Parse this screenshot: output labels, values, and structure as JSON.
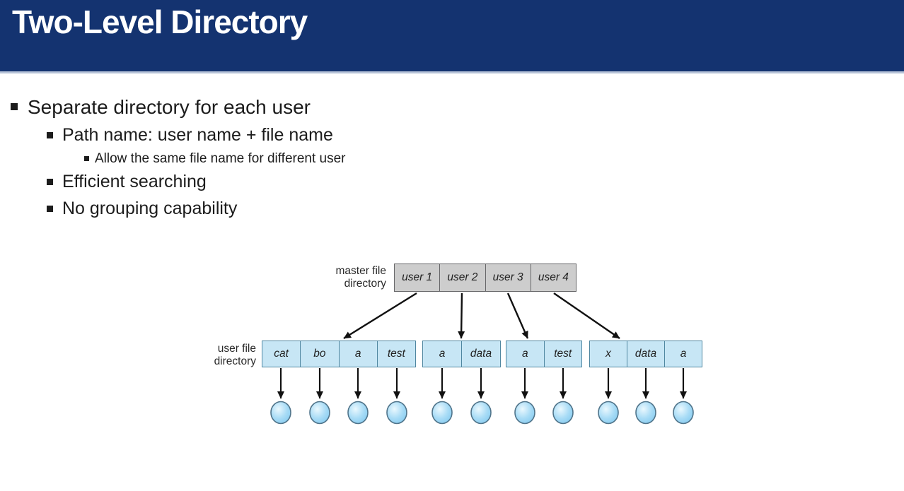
{
  "title": "Two-Level Directory",
  "bullets": {
    "separate_directory": "Separate directory for each user",
    "path_name": "Path name: user name + file name",
    "allow_same_name": "Allow the same file name for different user",
    "efficient_searching": "Efficient searching",
    "no_grouping": "No grouping capability"
  },
  "diagram": {
    "master_label": {
      "line1": "master file",
      "line2": "directory"
    },
    "user_label": {
      "line1": "user file",
      "line2": "directory"
    },
    "master_cells": [
      "user 1",
      "user 2",
      "user 3",
      "user 4"
    ],
    "user_groups": [
      [
        "cat",
        "bo",
        "a",
        "test"
      ],
      [
        "a",
        "data"
      ],
      [
        "a",
        "test"
      ],
      [
        "x",
        "data",
        "a"
      ]
    ],
    "file_circle_count": 11
  },
  "colors": {
    "header_bg": "#143370",
    "header_text": "#ffffff",
    "header_underline": "#b7c3d8",
    "body_text": "#1c1c1c",
    "master_cell_bg": "#cdcdcd",
    "master_cell_border": "#666668",
    "user_cell_bg": "#c7e6f5",
    "user_cell_border": "#4f86a0",
    "arrow": "#111111",
    "file_circle_highlight": "#eaf8fe",
    "file_circle_main": "#7cc6ee",
    "file_circle_border": "#50748a"
  }
}
